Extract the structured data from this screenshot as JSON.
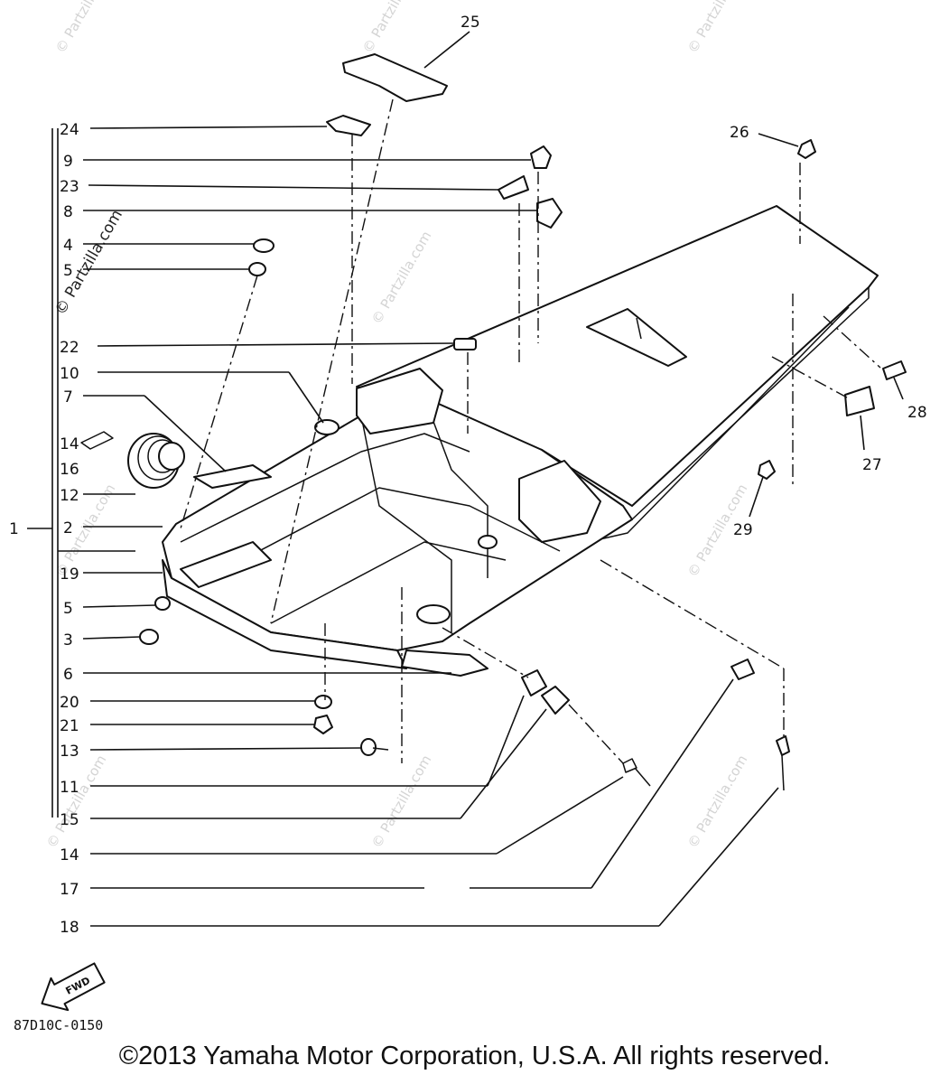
{
  "callouts": {
    "c1": "1",
    "c2": "2",
    "c3": "3",
    "c4": "4",
    "c5a": "5",
    "c5b": "5",
    "c6": "6",
    "c7": "7",
    "c8": "8",
    "c9": "9",
    "c10": "10",
    "c11": "11",
    "c12": "12",
    "c13": "13",
    "c14a": "14",
    "c14b": "14",
    "c15": "15",
    "c16": "16",
    "c17": "17",
    "c18": "18",
    "c19": "19",
    "c20": "20",
    "c21": "21",
    "c22": "22",
    "c23": "23",
    "c24": "24",
    "c25": "25",
    "c26": "26",
    "c27": "27",
    "c28": "28",
    "c29": "29"
  },
  "fwd_label": "FWD",
  "diagram_code": "87D10C-0150",
  "watermark": "© Partzilla.com",
  "copyright": "©2013  Yamaha Motor Corporation, U.S.A. All rights reserved."
}
